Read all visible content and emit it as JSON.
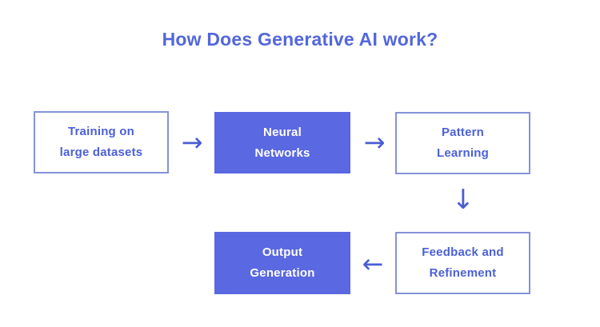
{
  "title": "How Does Generative AI work?",
  "colors": {
    "title_text": "#5367db",
    "filled_node_background": "#5a68e1",
    "filled_node_text": "#ffffff",
    "outline_node_border": "#8493d8",
    "outline_node_text": "#4c60d6",
    "arrow": "#4a5ed3",
    "page_background": "#ffffff"
  },
  "diagram": {
    "nodes": [
      {
        "id": "training-large-datasets",
        "line1": "Training on",
        "line2": "large datasets",
        "variant": "outline"
      },
      {
        "id": "neural-networks",
        "line1": "Neural",
        "line2": "Networks",
        "variant": "filled"
      },
      {
        "id": "pattern-learning",
        "line1": "Pattern",
        "line2": "Learning",
        "variant": "outline"
      },
      {
        "id": "feedback-refinement",
        "line1": "Feedback and",
        "line2": "Refinement",
        "variant": "outline"
      },
      {
        "id": "output-generation",
        "line1": "Output",
        "line2": "Generation",
        "variant": "filled"
      }
    ],
    "connectors": [
      {
        "from": "training-large-datasets",
        "to": "neural-networks",
        "direction": "right",
        "glyph": "→"
      },
      {
        "from": "neural-networks",
        "to": "pattern-learning",
        "direction": "right",
        "glyph": "→"
      },
      {
        "from": "pattern-learning",
        "to": "feedback-refinement",
        "direction": "down",
        "glyph": "↓"
      },
      {
        "from": "feedback-refinement",
        "to": "output-generation",
        "direction": "left",
        "glyph": "←"
      }
    ]
  }
}
